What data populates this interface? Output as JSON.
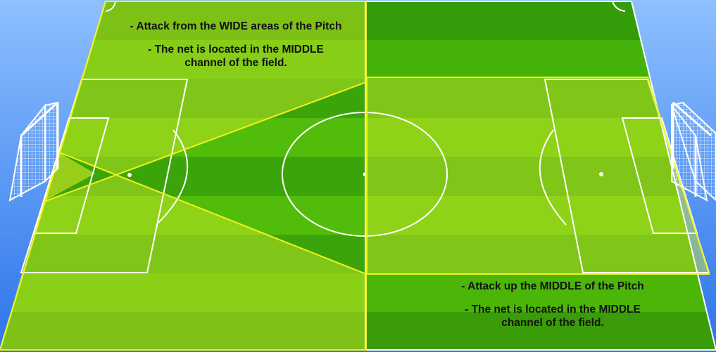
{
  "diagram": {
    "colors": {
      "background_top": "#8ec0ff",
      "background_bottom": "#2c74ea",
      "stripe_light": "#5cc20a",
      "stripe_dark": "#3aa40a",
      "line": "#ffffff",
      "highlight_line": "#f2f21a",
      "highlight_fill": "#c8ea1c",
      "goal_net": "#ffffff"
    },
    "left_note": {
      "line1": "- Attack from the WIDE areas of the Pitch",
      "line2": "- The net is located in the MIDDLE",
      "line3": "channel of the field."
    },
    "right_note": {
      "line1": "- Attack up the MIDDLE of the Pitch",
      "line2": "- The net is located in the MIDDLE",
      "line3": "channel of the field."
    }
  }
}
